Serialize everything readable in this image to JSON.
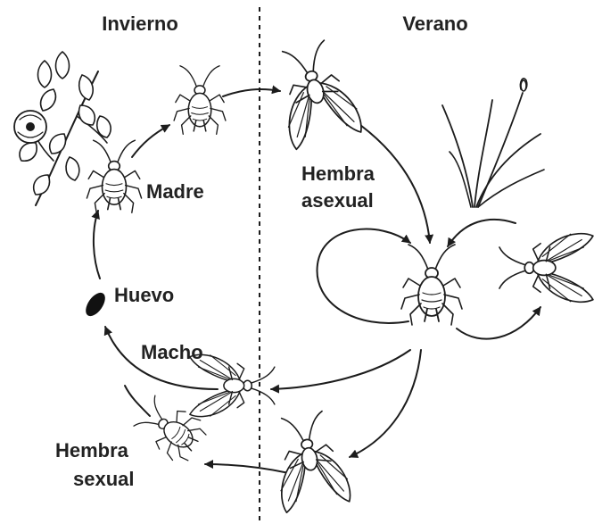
{
  "headers": {
    "left": "Invierno",
    "right": "Verano"
  },
  "labels": {
    "madre": "Madre",
    "huevo": "Huevo",
    "macho": "Macho",
    "hembra_asexual_line1": "Hembra",
    "hembra_asexual_line2": "asexual",
    "hembra_sexual_line1": "Hembra",
    "hembra_sexual_line2": "sexual"
  },
  "colors": {
    "ink": "#1c1c1c",
    "text": "#222222",
    "egg": "#111111",
    "background": "#ffffff"
  },
  "icons": {
    "winter_host": "rose-plant-icon",
    "summer_host": "grass-plant-icon",
    "wingless_aphid": "wingless-aphid-icon",
    "winged_aphid": "winged-aphid-icon",
    "egg": "egg-icon"
  }
}
